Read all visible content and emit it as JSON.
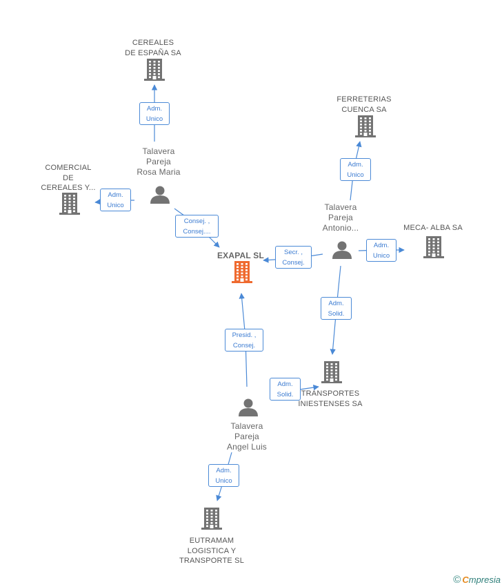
{
  "colors": {
    "edge": "#4a89d6",
    "company": "#737373",
    "main_company": "#ef6a2f",
    "person": "#737373"
  },
  "nodes": {
    "exapal": {
      "lines": [
        "EXAPAL SL"
      ],
      "icon": "building-icon"
    },
    "cereales_espana": {
      "lines": [
        "CEREALES",
        "DE ESPAÑA SA"
      ],
      "icon": "building-icon"
    },
    "comercial_cereales": {
      "lines": [
        "COMERCIAL",
        "DE",
        "CEREALES Y..."
      ],
      "icon": "building-icon"
    },
    "ferreterias_cuenca": {
      "lines": [
        "FERRETERIAS",
        "CUENCA SA"
      ],
      "icon": "building-icon"
    },
    "meca_alba": {
      "lines": [
        "MECA- ALBA SA"
      ],
      "icon": "building-icon"
    },
    "transportes_iniestenses": {
      "lines": [
        "TRANSPORTES",
        "INIESTENSES SA"
      ],
      "icon": "building-icon"
    },
    "eutramam": {
      "lines": [
        "EUTRAMAM",
        "LOGISTICA Y",
        "TRANSPORTE SL"
      ],
      "icon": "building-icon"
    },
    "rosa_maria": {
      "lines": [
        "Talavera",
        "Pareja",
        "Rosa Maria"
      ],
      "icon": "person-icon"
    },
    "antonio": {
      "lines": [
        "Talavera",
        "Pareja",
        "Antonio..."
      ],
      "icon": "person-icon"
    },
    "angel_luis": {
      "lines": [
        "Talavera",
        "Pareja",
        "Angel Luis"
      ],
      "icon": "person-icon"
    }
  },
  "edges": [
    {
      "from": "rosa_maria",
      "to": "cereales_espana",
      "lines": [
        "Adm.",
        "Unico"
      ]
    },
    {
      "from": "rosa_maria",
      "to": "comercial_cereales",
      "lines": [
        "Adm.",
        "Unico"
      ]
    },
    {
      "from": "rosa_maria",
      "to": "exapal",
      "lines": [
        "Consej. ,",
        "Consej...."
      ]
    },
    {
      "from": "antonio",
      "to": "ferreterias_cuenca",
      "lines": [
        "Adm.",
        "Unico"
      ]
    },
    {
      "from": "antonio",
      "to": "meca_alba",
      "lines": [
        "Adm.",
        "Unico"
      ]
    },
    {
      "from": "antonio",
      "to": "exapal",
      "lines": [
        "Secr. ,",
        "Consej."
      ]
    },
    {
      "from": "antonio",
      "to": "transportes_iniestenses",
      "lines": [
        "Adm.",
        "Solid."
      ]
    },
    {
      "from": "angel_luis",
      "to": "exapal",
      "lines": [
        "Presid. ,",
        "Consej."
      ]
    },
    {
      "from": "angel_luis",
      "to": "transportes_iniestenses",
      "lines": [
        "Adm.",
        "Solid."
      ]
    },
    {
      "from": "angel_luis",
      "to": "eutramam",
      "lines": [
        "Adm.",
        "Unico"
      ]
    }
  ],
  "footer": {
    "copyright": "©",
    "brand_first": "C",
    "brand_rest": "mpresia"
  }
}
